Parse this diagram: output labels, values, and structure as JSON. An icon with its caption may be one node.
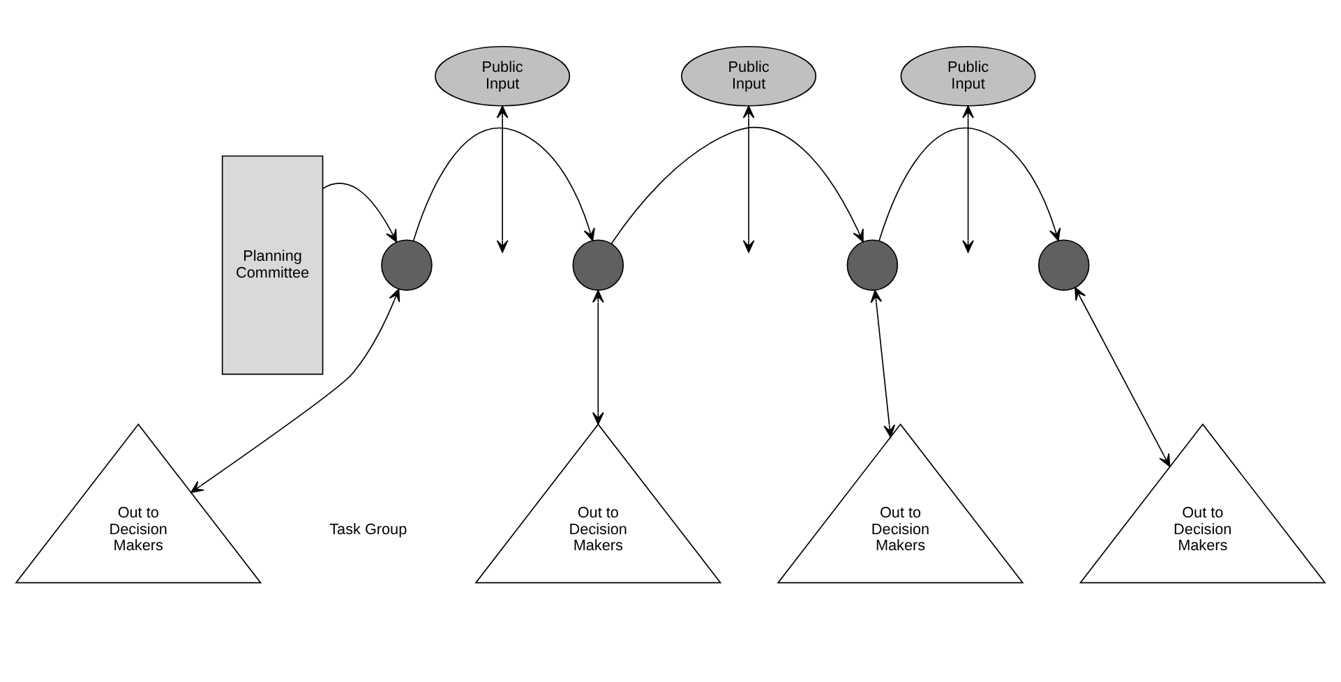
{
  "diagram": {
    "nodes": [
      {
        "text": [
          "Planning Committee"
        ]
      },
      {
        "text": [
          "Public Input"
        ]
      },
      {
        "text": [
          "Public Input"
        ]
      },
      {
        "text": [
          "Public Input"
        ]
      },
      {
        "text": [],
        "shape": "circle"
      },
      {
        "text": [],
        "shape": "circle"
      },
      {
        "text": [],
        "shape": "circle"
      },
      {
        "text": [],
        "shape": "circle"
      },
      {
        "text": [
          "Out to Decision Makers"
        ]
      },
      {
        "text": [
          "Out to Decision Makers"
        ]
      },
      {
        "text": [
          "Out to Decision Makers"
        ]
      },
      {
        "text": [
          "Out to Decision Makers"
        ]
      }
    ],
    "edges": [
      {
        "from": 0,
        "to": 4,
        "arrow": "to"
      },
      {
        "from": 4,
        "to": 5,
        "arrow": "to"
      },
      {
        "from": 5,
        "to": 6,
        "arrow": "to"
      },
      {
        "from": 6,
        "to": 7,
        "arrow": "to"
      },
      {
        "from": 1,
        "to": null,
        "arrow": "both"
      },
      {
        "from": 2,
        "to": null,
        "arrow": "both"
      },
      {
        "from": 3,
        "to": null,
        "arrow": "both"
      },
      {
        "from": 4,
        "to": 8,
        "arrow": "both"
      },
      {
        "from": 5,
        "to": 9,
        "arrow": "both"
      },
      {
        "from": 6,
        "to": 10,
        "arrow": "both"
      },
      {
        "from": 7,
        "to": 11,
        "arrow": "both"
      }
    ],
    "labels": [
      "Task Group"
    ]
  }
}
